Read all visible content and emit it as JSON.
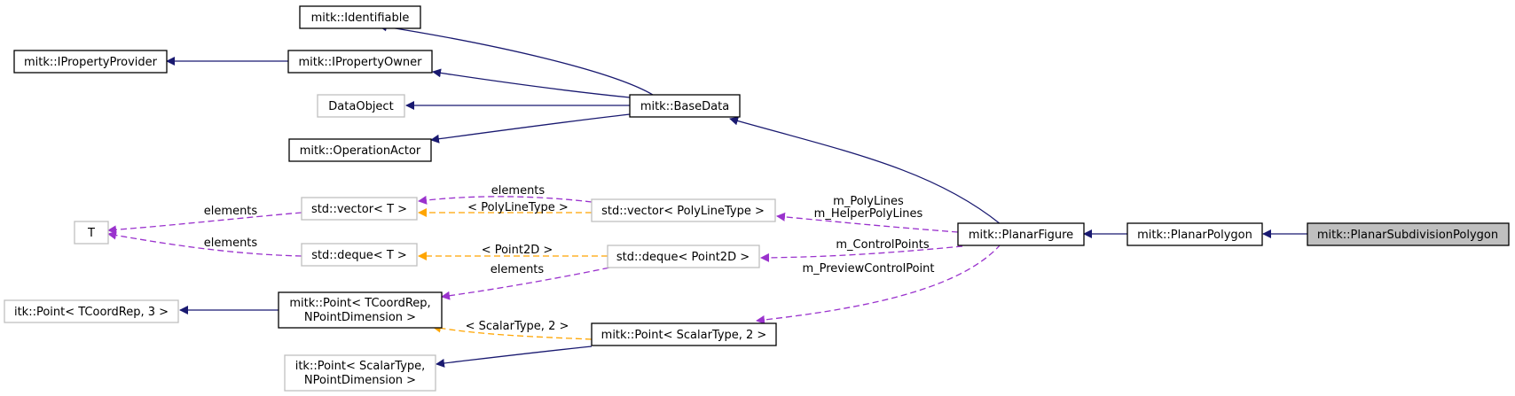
{
  "colors": {
    "inheritance": "#191970",
    "usage": "#9a32cd",
    "template": "#ffa500",
    "solid_border": "#000000",
    "ghost_border": "#bfbfbf",
    "focus_fill": "#bfbfbf"
  },
  "nodes": {
    "identifiable": "mitk::Identifiable",
    "property_provider": "mitk::IPropertyProvider",
    "property_owner": "mitk::IPropertyOwner",
    "data_object": "DataObject",
    "base_data": "mitk::BaseData",
    "operation_actor": "mitk::OperationActor",
    "t": "T",
    "vector_t": "std::vector< T >",
    "deque_t": "std::deque< T >",
    "vector_polyline": "std::vector< PolyLineType >",
    "deque_point2d": "std::deque< Point2D >",
    "planar_figure": "mitk::PlanarFigure",
    "planar_polygon": "mitk::PlanarPolygon",
    "planar_subdivision_polygon": "mitk::PlanarSubdivisionPolygon",
    "itk_point_tcoordrep": "itk::Point< TCoordRep, 3 >",
    "mitk_point_tcoordrep_line1": "mitk::Point< TCoordRep,",
    "mitk_point_tcoordrep_line2": "NPointDimension >",
    "mitk_point_scalartype": "mitk::Point< ScalarType, 2 >",
    "itk_point_scalartype_line1": "itk::Point< ScalarType,",
    "itk_point_scalartype_line2": "NPointDimension >"
  },
  "edge_labels": {
    "vector_t_elements": "elements",
    "deque_t_elements": "elements",
    "vector_polyline_elements": "elements",
    "vector_polyline_template": "< PolyLineType >",
    "deque_point2d_template": "< Point2D >",
    "mitk_point_elements": "elements",
    "scalartype_template": "< ScalarType, 2 >",
    "polylines_line1": "m_PolyLines",
    "polylines_line2": "m_HelperPolyLines",
    "control_points": "m_ControlPoints",
    "preview_control_point": "m_PreviewControlPoint"
  }
}
